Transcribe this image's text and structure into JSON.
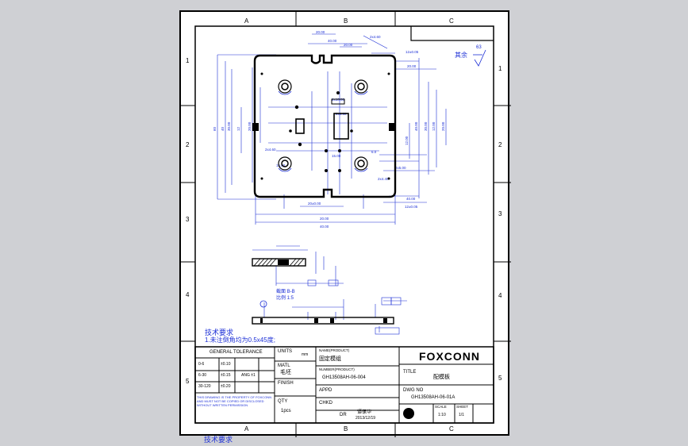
{
  "zones": {
    "top_cols": [
      "A",
      "B",
      "C"
    ],
    "bottom_cols": [
      "A",
      "B",
      "C"
    ],
    "left_rows": [
      "1",
      "2",
      "3",
      "4",
      "5"
    ],
    "right_rows": [
      "1",
      "2",
      "3",
      "4",
      "5"
    ]
  },
  "drawing": {
    "surface_note": "其余",
    "roughness": "63",
    "section_label": "截面 B-B",
    "section_scale": "比例 1:5",
    "tech_title": "技术要求",
    "tech_note": "1.未注倒角均为0.5x45度;"
  },
  "title_block": {
    "general_tolerance": "GENERAL TOLERANCE",
    "units_label": "UNITS",
    "units_value": "mm",
    "tol_rows": [
      {
        "range": "0-6",
        "tol": "±0.10"
      },
      {
        "range": "6-30",
        "tol": "±0.15",
        "angle": "ANG ±1"
      },
      {
        "range": "30-120",
        "tol": "±0.20"
      }
    ],
    "matl_label": "MATL",
    "matl_value": "毛坯",
    "finish_label": "FINISH",
    "qty_label": "QTY",
    "qty_value": "1pcs",
    "disclaimer": "THIS DRAWING IS THE PROPERTY OF FOXCONN AND MUST NOT BE COPIED OR DISCLOSED WITHOUT WRITTEN PERMISSION",
    "name_label": "NAME(PRODUCT)",
    "name_value": "固定模组",
    "number_label": "NUMBER(PRODUCT)",
    "number_value": "GH13508AH-06-004",
    "appd_label": "APPD",
    "chkd_label": "CHKD",
    "dr_label": "DR",
    "drawer": "谭保华",
    "date": "2013/12/19",
    "logo": "FOXCONN",
    "title_label": "TITLE",
    "title_value": "配模板",
    "dwg_label": "DWG NO",
    "dwg_value": "GH13508AH-06-01A",
    "scale_label": "SCALE",
    "scale_value": "1:10",
    "sheet_label": "SHEET",
    "sheet_value": "1/1"
  },
  "footer_note": "技术要求"
}
